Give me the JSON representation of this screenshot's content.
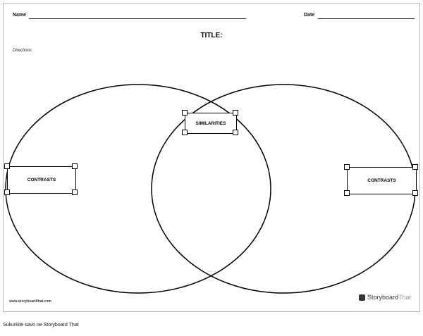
{
  "worksheet": {
    "name_label": "Name",
    "date_label": "Date",
    "title": "TITLE:",
    "directions_label": "Directions:",
    "similarities_label": "SIMILARITIES",
    "left_contrasts_label": "CONTRASTS",
    "right_contrasts_label": "CONTRASTS",
    "website": "www.storyboardthat.com",
    "logo_text_main": "Storyboard",
    "logo_text_accent": "That"
  },
  "footer": {
    "text": "Sukurkite savo ne Storyboard That"
  }
}
